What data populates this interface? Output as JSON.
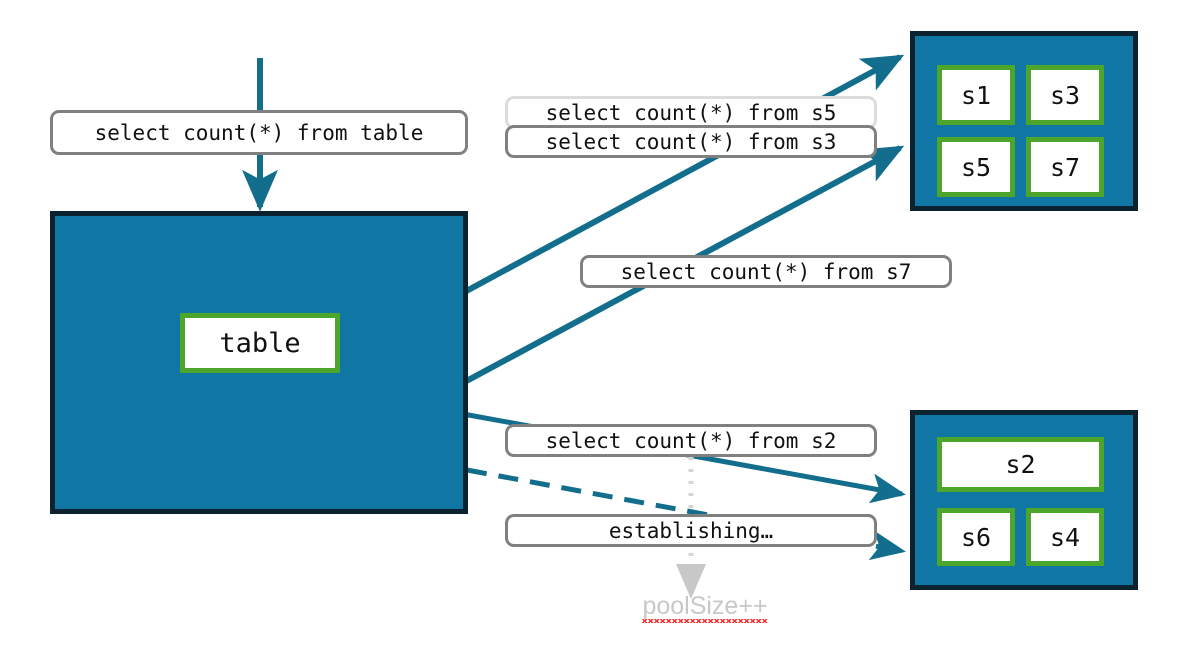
{
  "diagram": {
    "title": "connection-pool-query-fanout",
    "colors": {
      "panel_fill": "#1076A3",
      "panel_border": "#0B2231",
      "node_border": "#4CA62C",
      "node_fill": "#FFFFFF",
      "edge": "#126E8C",
      "chip_border": "#808080",
      "chip_border_behind": "#DCDCDC",
      "annotation_text": "#C8C8C8",
      "spellcheck_underline": "#FF2A2A",
      "background": "#FFFFFF"
    }
  },
  "database": {
    "panel_label": "database-panel",
    "table_node": "table"
  },
  "pool_a": {
    "panel_label": "connection-pool-top",
    "connections": [
      {
        "id": "s1",
        "label": "s1"
      },
      {
        "id": "s3",
        "label": "s3"
      },
      {
        "id": "s5",
        "label": "s5"
      },
      {
        "id": "s7",
        "label": "s7"
      }
    ]
  },
  "pool_b": {
    "panel_label": "connection-pool-bottom",
    "connections": [
      {
        "id": "s2",
        "label": "s2"
      },
      {
        "id": "s6",
        "label": "s6"
      },
      {
        "id": "s4",
        "label": "s4"
      }
    ]
  },
  "chips": {
    "incoming_query": "select count(*) from table",
    "query_s5": "select count(*) from s5",
    "query_s3": "select count(*) from s3",
    "query_s7": "select count(*) from s7",
    "query_s2": "select count(*) from s2",
    "establishing": "establishing…"
  },
  "annotation": {
    "pool_size": "poolSize++"
  },
  "edges": [
    {
      "name": "incoming-arrow",
      "style": "solid",
      "from": "top",
      "to": "database-panel"
    },
    {
      "name": "edge-to-s3",
      "style": "solid",
      "from": "database-panel",
      "to": "connection-pool-top"
    },
    {
      "name": "edge-to-s7",
      "style": "solid",
      "from": "database-panel",
      "to": "connection-pool-top"
    },
    {
      "name": "edge-to-s2",
      "style": "solid",
      "from": "database-panel",
      "to": "connection-pool-bottom"
    },
    {
      "name": "edge-establishing",
      "style": "dashed",
      "from": "database-panel",
      "to": "connection-pool-bottom"
    },
    {
      "name": "edge-poolsize",
      "style": "dotted",
      "from": "query-s2-chip",
      "to": "poolsize-annotation"
    }
  ]
}
